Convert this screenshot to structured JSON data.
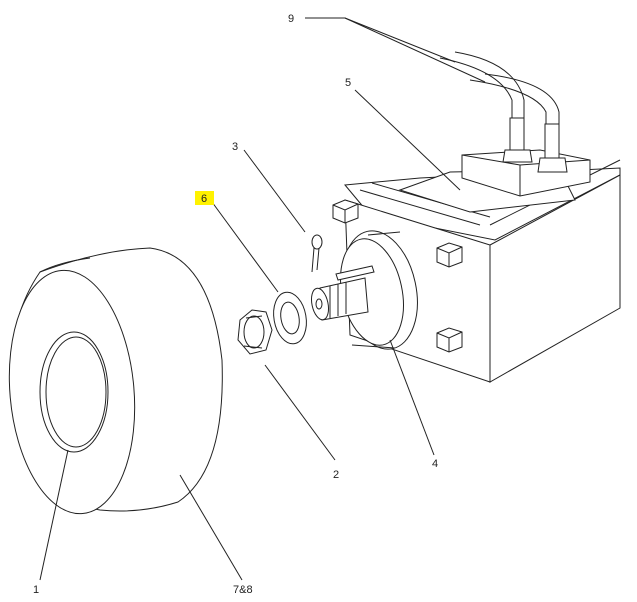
{
  "callouts": {
    "c1": "1",
    "c2": "2",
    "c3": "3",
    "c4": "4",
    "c5": "5",
    "c6": "6",
    "c78": "7&8",
    "c9": "9"
  },
  "colors": {
    "highlight": "#fff200",
    "line": "#222222"
  }
}
